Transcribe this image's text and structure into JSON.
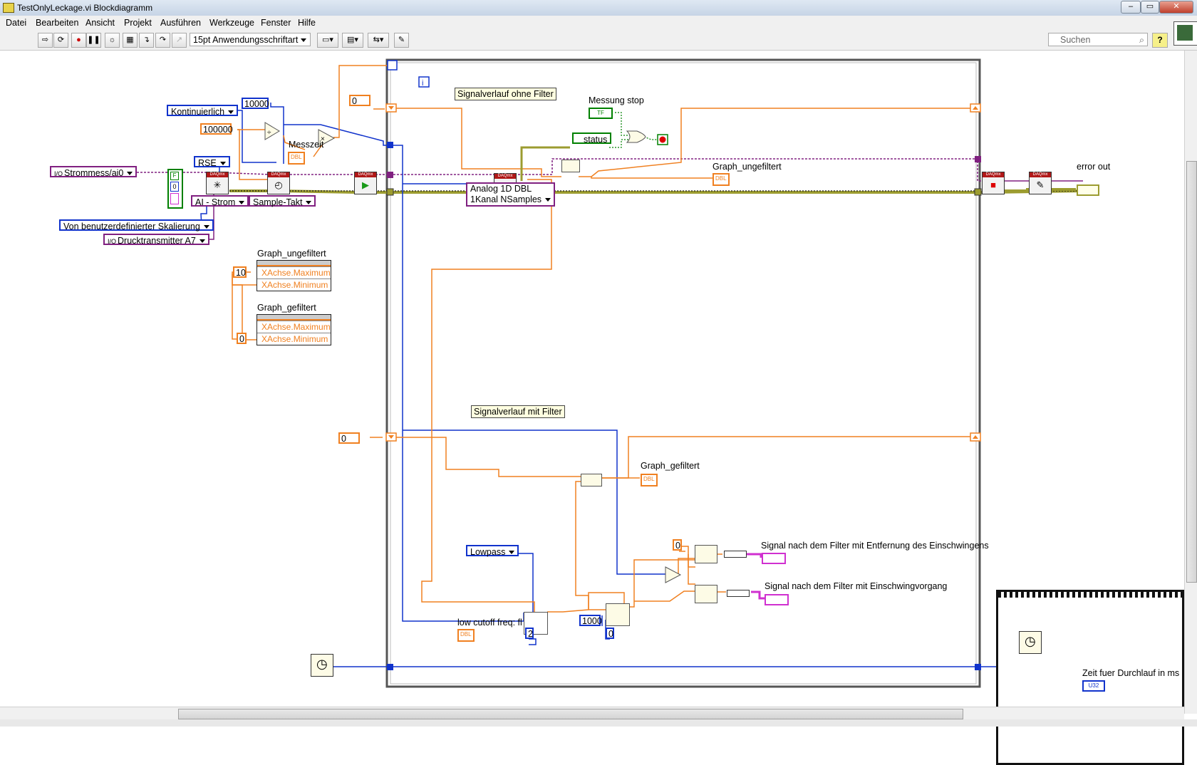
{
  "window": {
    "title": "TestOnlyLeckage.vi Blockdiagramm",
    "controls": [
      "–",
      "▭",
      "✕"
    ]
  },
  "menu": [
    "Datei",
    "Bearbeiten",
    "Ansicht",
    "Projekt",
    "Ausführen",
    "Werkzeuge",
    "Fenster",
    "Hilfe"
  ],
  "toolbar": {
    "font": "15pt Anwendungsschriftart",
    "search_placeholder": "Suchen",
    "help": "?"
  },
  "controls": {
    "kontinuierlich": "Kontinuierlich",
    "rse": "RSE",
    "strommess": "Strommess/ai0",
    "ai_strom": "AI - Strom",
    "sample_takt": "Sample-Takt",
    "skalierung": "Von benutzerdefinierter Skalierung",
    "drucktransmitter": "Drucktransmitter A7",
    "analog": "Analog 1D DBL\n1Kanal NSamples",
    "lowpass": "Lowpass"
  },
  "constants": {
    "c10000": "10000",
    "c100000": "100000",
    "c10": "10",
    "c0": "0",
    "c1000": "1000",
    "c2": "2",
    "c0b": "0",
    "c0c": "0",
    "shift0a": "0",
    "shift0b": "0",
    "bool_f": "F",
    "bool_0": "0"
  },
  "labels": {
    "messzeit": "Messzeit",
    "messung_stop": "Messung stop",
    "status": "status",
    "graph_ungefiltert": "Graph_ungefiltert",
    "graph_gefiltert": "Graph_gefiltert",
    "error_out": "error out",
    "signal_entfernung": "Signal nach dem Filter mit Entfernung des Einschwingens",
    "signal_einschwing": "Signal nach dem Filter mit Einschwingvorgang",
    "low_cutoff": "low cutoff freq: fl",
    "zeit": "Zeit fuer Durchlauf in ms"
  },
  "notes": {
    "ohne": "Signalverlauf ohne Filter",
    "mit": "Signalverlauf mit Filter"
  },
  "propnodes": {
    "pn1": {
      "title": "Graph_ungefiltert",
      "rows": [
        "XAchse.Maximum",
        "XAchse.Minimum"
      ]
    },
    "pn2": {
      "title": "Graph_gefiltert",
      "rows": [
        "XAchse.Maximum",
        "XAchse.Minimum"
      ]
    }
  },
  "terminals": {
    "dbl": "DBL",
    "u32": "U32",
    "tf": "TF"
  },
  "colors": {
    "dbl": "#f08020",
    "int": "#1133cc",
    "error": "#9c9c30",
    "bool": "#008000",
    "io": "#802080",
    "dynamic": "#d030d0"
  }
}
